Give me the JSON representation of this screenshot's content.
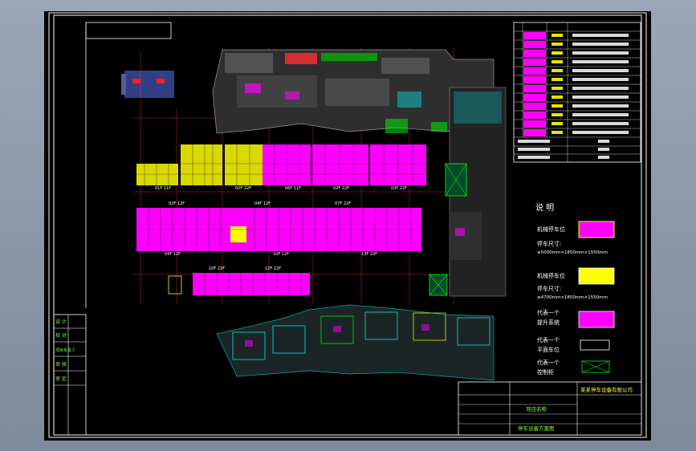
{
  "legend": {
    "title": "说 明",
    "item1_label": "机械停车位",
    "item1_size_label": "停车尺寸:",
    "item1_size_value": "≤5000mm×1850mm×1550mm",
    "item2_label": "机械停车位",
    "item2_size_label": "停车尺寸:",
    "item2_size_value": "≤4700mm×1850mm×1550mm",
    "item3_label": "代表一个",
    "item3_label2": "提升系统",
    "item4_label": "代表一个",
    "item4_label2": "平面车位",
    "item5_label": "代表一个",
    "item5_label2": "控制柜"
  },
  "table": {
    "rows": 12,
    "summary_rows": 3
  },
  "left_strip": {
    "cells": [
      "设 计",
      "校 对",
      "项目负责人",
      "审 核",
      "审 定"
    ]
  },
  "title_block": {
    "company": "某某停车设备有限公司",
    "project_label": "项目名称",
    "drawing_label": "停车设备方案图"
  },
  "bay_labels": {
    "row1": [
      "01F 11F",
      "02F 22F",
      "06F 11F",
      "02F 22F",
      "03F 22F"
    ],
    "row2": [
      "02F 12F",
      "04F 12F",
      "07F 22F"
    ],
    "row3": [
      "04F 12F",
      "10F 12F",
      "13F 22F"
    ],
    "row4": [
      "10F 22F",
      "12F 22F"
    ]
  },
  "colors": {
    "magenta": "#ff00ff",
    "yellow": "#ffff00",
    "red": "#ff3030",
    "green": "#00ff00",
    "cyan": "#00ffff",
    "white": "#ffffff"
  }
}
